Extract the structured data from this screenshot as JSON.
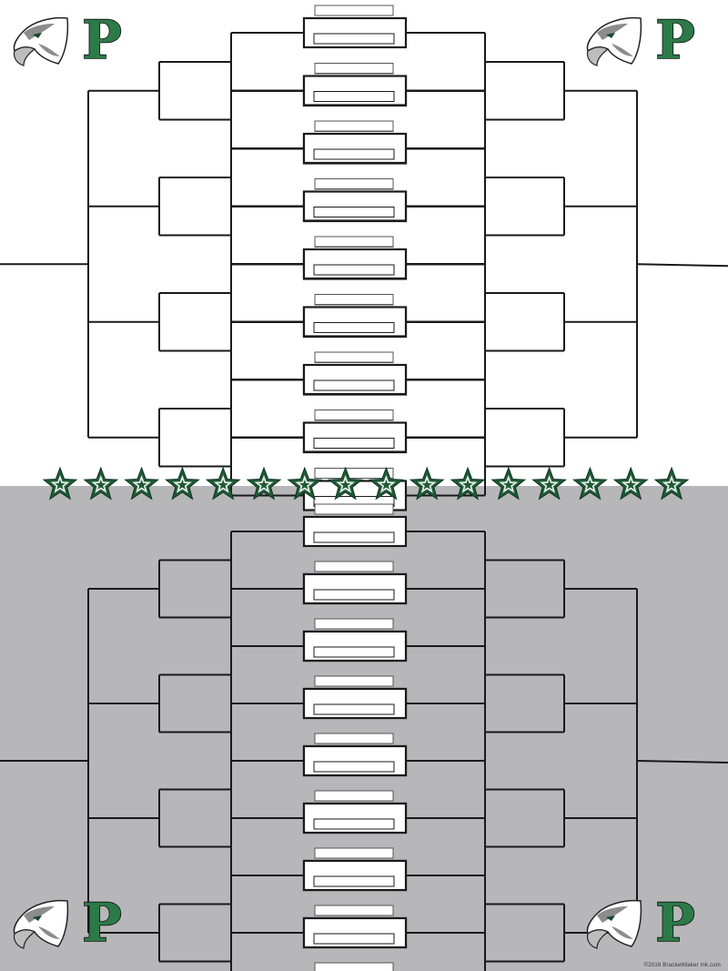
{
  "colors": {
    "top_background": "#ffffff",
    "bottom_background": "#b7b7b9",
    "line": "#1a1a1a",
    "field_fill": "#ffffff",
    "star_green": "#1f5a36",
    "star_light": "#e6ece8",
    "logo_green": "#2b7a47",
    "logo_dark": "#17472a",
    "logo_gray": "#8c8c8c"
  },
  "logo": {
    "letter": "P",
    "icon": "eagle-head-icon",
    "count": 4
  },
  "divider": {
    "icon": "star-icon",
    "star_count": 16
  },
  "brackets": [
    {
      "name": "top-bracket",
      "background": "white",
      "slots_per_side": 16
    },
    {
      "name": "bottom-bracket",
      "background": "gray",
      "slots_per_side": 16
    }
  ],
  "copyright": "©2016 BracketMaker Ink.com"
}
